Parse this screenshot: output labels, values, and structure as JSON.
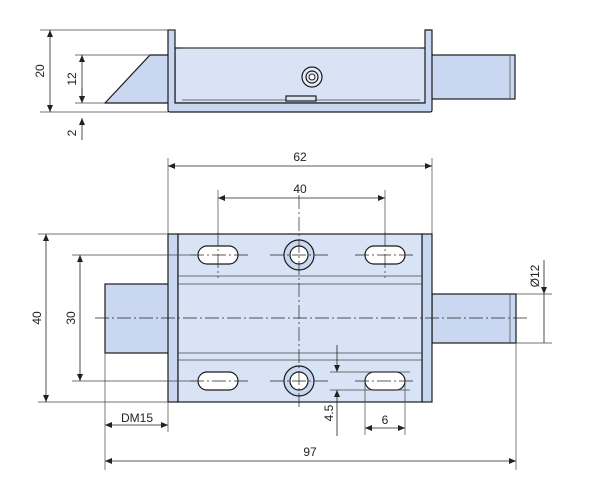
{
  "title": "",
  "dimensions": {
    "side_view": {
      "overall_height": "20",
      "inner_height": "12",
      "offset": "2"
    },
    "front_view": {
      "width": "62",
      "hole_spacing": "40",
      "height": "40",
      "inner_height": "30",
      "pin_diameter": "Ø12",
      "thread": "DM15",
      "overall_length": "97",
      "slot_offset": "4.5",
      "slot_length": "6"
    }
  },
  "colors": {
    "part_fill": "#c9d8f0",
    "part_fill_light": "#d8e4f6",
    "outline": "#1a1a1a"
  }
}
